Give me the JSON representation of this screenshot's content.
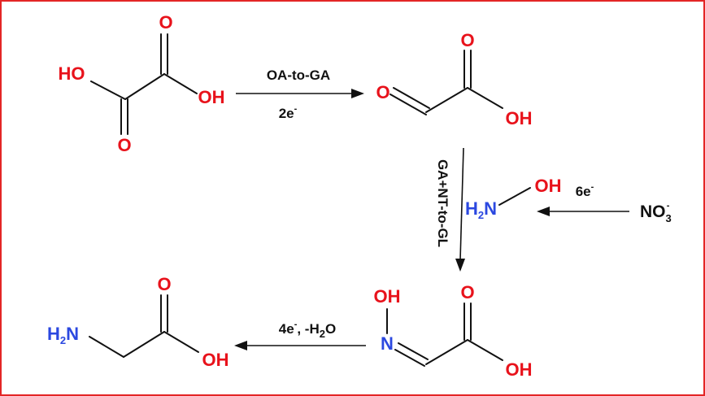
{
  "molecules": {
    "oxalic_acid": {
      "o_top": "O",
      "o_bottom": "O",
      "ho": "HO",
      "oh": "OH"
    },
    "glyoxylic_acid": {
      "o_left": "O",
      "o_top": "O",
      "oh": "OH"
    },
    "hydroxylamine": {
      "h": "H",
      "sub2": "2",
      "n": "N",
      "oh": "OH"
    },
    "nitrate": {
      "no": "NO",
      "sub3": "3",
      "charge": "-"
    },
    "glyoxylic_oxime": {
      "oh_top": "OH",
      "n": "N",
      "o_top": "O",
      "oh": "OH"
    },
    "glycine": {
      "h": "H",
      "sub2": "2",
      "n": "N",
      "o_top": "O",
      "oh": "OH"
    }
  },
  "arrows": {
    "oa_to_ga": {
      "top_label": "OA-to-GA",
      "bottom_label": "2e",
      "bottom_sup": "-"
    },
    "ga_nt_to_gl": {
      "label": "GA+NT-to-GL"
    },
    "nitrate_to_ha": {
      "label": "6e",
      "sup": "-"
    },
    "oxime_to_gly": {
      "label_a": "4e",
      "sup": "-",
      "label_b": ", -H",
      "sub": "2",
      "label_c": "O"
    }
  },
  "colors": {
    "oxygen": "#e8121b",
    "nitrogen": "#2b48e0",
    "border": "#e32626",
    "bond": "#111111"
  }
}
